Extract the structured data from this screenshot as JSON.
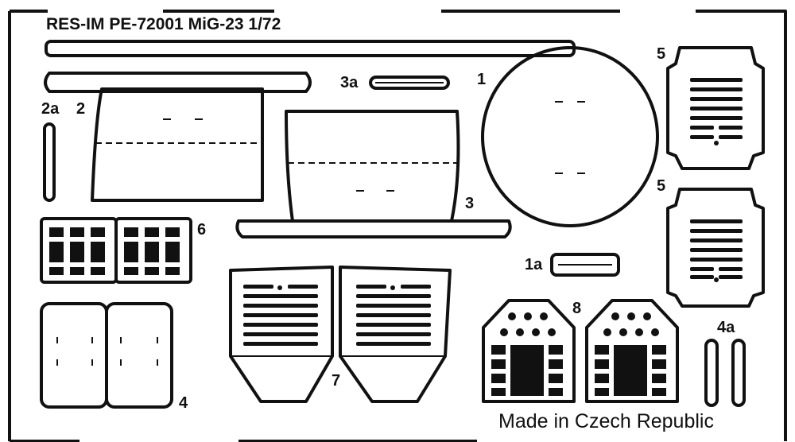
{
  "sheet": {
    "title": "RES-IM PE-72001 MiG-23 1/72",
    "footer": "Made in Czech Republic"
  },
  "parts": {
    "p1": "1",
    "p1a": "1a",
    "p2": "2",
    "p2a": "2a",
    "p3": "3",
    "p3a": "3a",
    "p4": "4",
    "p4a": "4a",
    "p5_top": "5",
    "p5_bottom": "5",
    "p6": "6",
    "p7": "7",
    "p8": "8"
  },
  "colors": {
    "ink": "#111111",
    "paper": "#ffffff"
  }
}
